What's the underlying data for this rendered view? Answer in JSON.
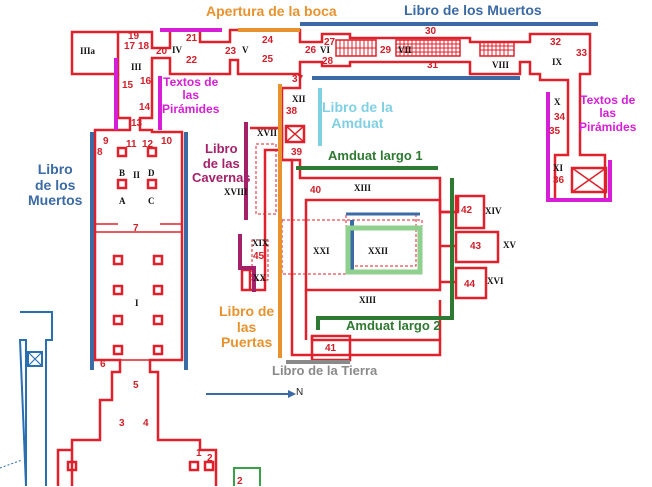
{
  "labels": {
    "apertura": "Apertura de la boca",
    "libro_muertos_top": "Libro de los Muertos",
    "textos_piramides_1": [
      "Textos de",
      "las",
      "Pirámides"
    ],
    "textos_piramides_2": [
      "Textos de",
      "las",
      "Pirámides"
    ],
    "amduat": [
      "Libro de la",
      "Amduat"
    ],
    "amduat_largo_1": "Amduat largo 1",
    "amduat_largo_2": "Amduat largo 2",
    "cavernas": [
      "Libro",
      "de las",
      "Cavernas"
    ],
    "libro_muertos_left": [
      "Libro",
      "de los",
      "Muertos"
    ],
    "puertas": [
      "Libro de",
      "las",
      "Puertas"
    ],
    "tierra": "Libro de la Tierra",
    "north": "N"
  },
  "roman_numerals": {
    "IIIa": "IIIa",
    "IV": "IV",
    "V": "V",
    "VI": "VI",
    "VII": "VII",
    "VIII": "VIII",
    "IX": "IX",
    "X": "X",
    "XI": "XI",
    "III": "III",
    "XII": "XII",
    "XVII": "XVII",
    "XVIII": "XVIII",
    "XIX": "XIX",
    "XX": "XX",
    "XIII_top": "XIII",
    "XIII_bottom": "XIII",
    "XIV": "XIV",
    "XV": "XV",
    "XVI": "XVI",
    "XXI": "XXI",
    "XXII": "XXII",
    "II": "II",
    "I": "I",
    "B": "B",
    "D": "D",
    "A": "A",
    "C": "C"
  },
  "numbers": {
    "n1": "1",
    "n2": "2",
    "n2b": "2",
    "n3": "3",
    "n4": "4",
    "n5": "5",
    "n6": "6",
    "n7": "7",
    "n8": "8",
    "n9": "9",
    "n10": "10",
    "n11": "11",
    "n12": "12",
    "n13": "13",
    "n14": "14",
    "n15": "15",
    "n16": "16",
    "n17": "17",
    "n18": "18",
    "n19": "19",
    "n20": "20",
    "n21": "21",
    "n22": "22",
    "n23": "23",
    "n24": "24",
    "n25": "25",
    "n26": "26",
    "n27": "27",
    "n28": "28",
    "n29": "29",
    "n30": "30",
    "n31": "31",
    "n32": "32",
    "n33": "33",
    "n34": "34",
    "n35": "35",
    "n36": "36",
    "n37": "37",
    "n38": "38",
    "n39": "39",
    "n40": "40",
    "n41": "41",
    "n42": "42",
    "n43": "43",
    "n44": "44",
    "n45": "45"
  },
  "colors": {
    "walls": "#e0202a",
    "blue": "#3b6aa5",
    "orange": "#e8922e",
    "magenta": "#d61ed6",
    "light_blue": "#7fd0e3",
    "green": "#2e7a32",
    "light_green": "#8fd08f",
    "dark_magenta": "#a4216a",
    "grey": "#8a8a8a",
    "arrow": "#3b6aa5"
  }
}
